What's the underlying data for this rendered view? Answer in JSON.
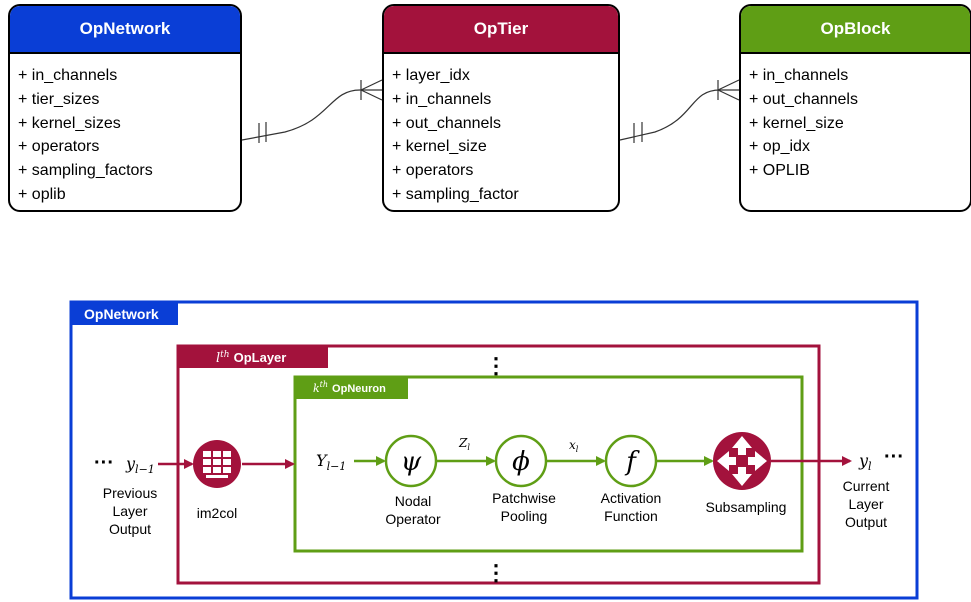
{
  "er": {
    "opnetwork": {
      "title": "OpNetwork",
      "fields": [
        "+ in_channels",
        "+ tier_sizes",
        "+ kernel_sizes",
        "+ operators",
        "+ sampling_factors",
        "+ oplib"
      ],
      "color": "#0a3ed6"
    },
    "optier": {
      "title": "OpTier",
      "fields": [
        "+ layer_idx",
        "+ in_channels",
        "+ out_channels",
        "+ kernel_size",
        "+ operators",
        "+ sampling_factor"
      ],
      "color": "#a3123c"
    },
    "opblock": {
      "title": "OpBlock",
      "fields": [
        "+ in_channels",
        "+ out_channels",
        "+ kernel_size",
        "+ op_idx",
        "+ OPLIB"
      ],
      "color": "#5f9e15"
    }
  },
  "arch": {
    "network_label": "OpNetwork",
    "layer_label_sup": "th",
    "layer_label_var": "l",
    "layer_label": "OpLayer",
    "neuron_label_var": "k",
    "neuron_label_sup": "th",
    "neuron_label": "OpNeuron",
    "vdots": "⋮",
    "input": {
      "dots": "···",
      "var": "y",
      "sub": "l−1",
      "caption": [
        "Previous",
        "Layer",
        "Output"
      ]
    },
    "output": {
      "dots": "···",
      "var": "y",
      "sub": "l",
      "caption": [
        "Current",
        "Layer",
        "Output"
      ]
    },
    "im2col": "im2col",
    "neuron_input": {
      "var": "Y",
      "sub": "l−1"
    },
    "nodes": [
      {
        "symbol": "ψ",
        "caption": [
          "Nodal",
          "Operator"
        ]
      },
      {
        "symbol": "ϕ",
        "caption": [
          "Patchwise",
          "Pooling"
        ]
      },
      {
        "symbol": "f",
        "caption": [
          "Activation",
          "Function"
        ]
      }
    ],
    "edge_labels": [
      {
        "var": "Z",
        "sub": "l"
      },
      {
        "var": "x",
        "sub": "l"
      }
    ],
    "subsampling": "Subsampling",
    "colors": {
      "blue": "#0a3ed6",
      "crimson": "#a3123c",
      "green": "#5f9e15"
    }
  }
}
